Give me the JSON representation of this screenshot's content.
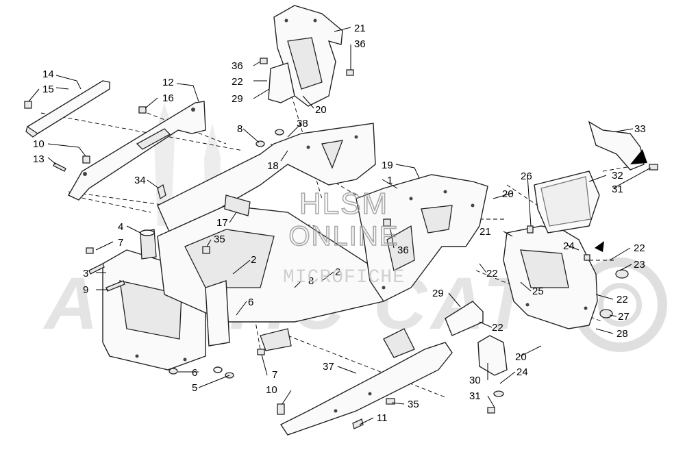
{
  "watermark": {
    "brand_text": "ARCTIC CAT",
    "hlsm_line1": "HLSM",
    "hlsm_line2": "ONLINE",
    "hlsm_line3": "MICROFICHE"
  },
  "callouts": [
    {
      "id": "c14a",
      "text": "14"
    },
    {
      "id": "c15",
      "text": "15"
    },
    {
      "id": "c12",
      "text": "12"
    },
    {
      "id": "c16",
      "text": "16"
    },
    {
      "id": "c10a",
      "text": "10"
    },
    {
      "id": "c13",
      "text": "13"
    },
    {
      "id": "c34",
      "text": "34"
    },
    {
      "id": "c4",
      "text": "4"
    },
    {
      "id": "c7a",
      "text": "7"
    },
    {
      "id": "c3",
      "text": "3"
    },
    {
      "id": "c9",
      "text": "9"
    },
    {
      "id": "c35a",
      "text": "35"
    },
    {
      "id": "c2a",
      "text": "2"
    },
    {
      "id": "c8a",
      "text": "8"
    },
    {
      "id": "c17",
      "text": "17"
    },
    {
      "id": "c18",
      "text": "18"
    },
    {
      "id": "c38",
      "text": "38"
    },
    {
      "id": "c8b",
      "text": "8"
    },
    {
      "id": "c6a",
      "text": "6"
    },
    {
      "id": "c6b",
      "text": "6"
    },
    {
      "id": "c5",
      "text": "5"
    },
    {
      "id": "c7b",
      "text": "7"
    },
    {
      "id": "c10b",
      "text": "10"
    },
    {
      "id": "c37",
      "text": "37"
    },
    {
      "id": "c35b",
      "text": "35"
    },
    {
      "id": "c11",
      "text": "11"
    },
    {
      "id": "c2b",
      "text": "2"
    },
    {
      "id": "c21a",
      "text": "21"
    },
    {
      "id": "c36a",
      "text": "36"
    },
    {
      "id": "c36b",
      "text": "36"
    },
    {
      "id": "c22a",
      "text": "22"
    },
    {
      "id": "c29a",
      "text": "29"
    },
    {
      "id": "c20a",
      "text": "20"
    },
    {
      "id": "c19",
      "text": "19"
    },
    {
      "id": "c1",
      "text": "1"
    },
    {
      "id": "c36c",
      "text": "36"
    },
    {
      "id": "c20b",
      "text": "20"
    },
    {
      "id": "c21b",
      "text": "21"
    },
    {
      "id": "c26",
      "text": "26"
    },
    {
      "id": "c22b",
      "text": "22"
    },
    {
      "id": "c29b",
      "text": "29"
    },
    {
      "id": "c22c",
      "text": "22"
    },
    {
      "id": "c24a",
      "text": "24"
    },
    {
      "id": "c25",
      "text": "25"
    },
    {
      "id": "c20c",
      "text": "20"
    },
    {
      "id": "c30",
      "text": "30"
    },
    {
      "id": "c24b",
      "text": "24"
    },
    {
      "id": "c31a",
      "text": "31"
    },
    {
      "id": "c33",
      "text": "33"
    },
    {
      "id": "c32",
      "text": "32"
    },
    {
      "id": "c31b",
      "text": "31"
    },
    {
      "id": "c22d",
      "text": "22"
    },
    {
      "id": "c23",
      "text": "23"
    },
    {
      "id": "c22e",
      "text": "22"
    },
    {
      "id": "c27",
      "text": "27"
    },
    {
      "id": "c28",
      "text": "28"
    }
  ]
}
